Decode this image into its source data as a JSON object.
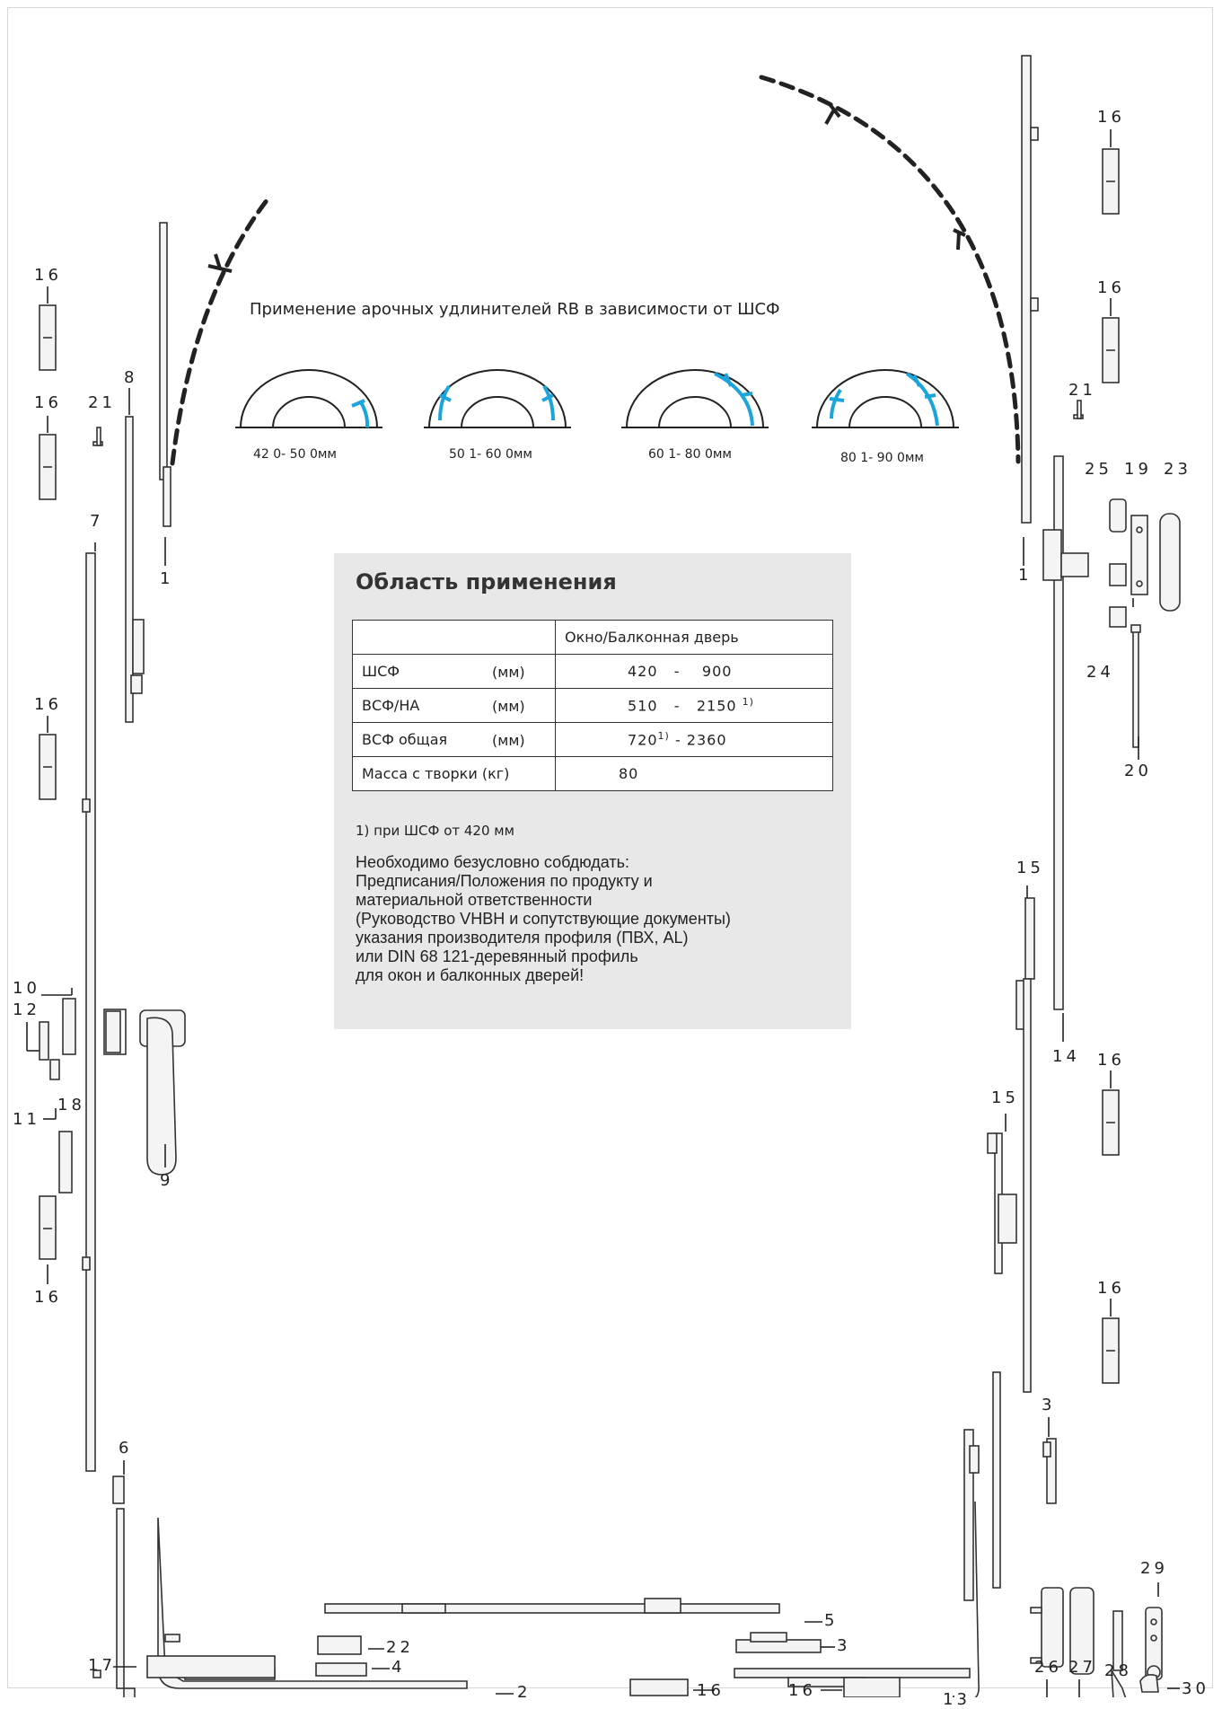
{
  "heading": "Применение арочных удлинителей RB в зависимости от ШСФ",
  "arch_ranges": [
    "42 0- 50 0мм",
    "50 1- 60 0мм",
    "60 1- 80 0мм",
    "80 1- 90 0мм"
  ],
  "panel": {
    "title": "Область применения",
    "table": {
      "header": [
        "",
        "Окно/Балконная дверь"
      ],
      "rows": [
        {
          "label": "ШСФ",
          "unit": "(мм)",
          "value": "420   -    900",
          "note": ""
        },
        {
          "label": "ВСФ/НА",
          "unit": "(мм)",
          "value": "510   -   2150",
          "note": "1)"
        },
        {
          "label": "ВСФ общая",
          "unit": "(мм)",
          "value": "720",
          "note": "1)",
          "value2": "- 2360"
        },
        {
          "label": "Масса с  творки (кг)",
          "unit": "",
          "value": "80",
          "note": ""
        }
      ]
    },
    "footnote": "1) при ШСФ от 420 мм",
    "notes": [
      "Необходимо безусловно собдюдать:",
      "Предписания/Положения по продукту и",
      "материальной ответственности",
      "(Руководство VHBH и сопутствующие документы)",
      "указания производителя профиля (ПВХ, AL)",
      "или DIN 68 121-деревянный профиль",
      "для окон и балконных дверей!"
    ]
  },
  "part_numbers": {
    "p1a": "1",
    "p1b": "1",
    "p2": "2",
    "p3a": "3",
    "p3b": "3",
    "p4": "4",
    "p5": "5",
    "p6": "6",
    "p7": "7",
    "p8": "8",
    "p9": "9",
    "p10": "10",
    "p11": "11",
    "p12": "12",
    "p13": "13",
    "p14": "14",
    "p15a": "15",
    "p15b": "15",
    "p16a": "16",
    "p16b": "16",
    "p16c": "16",
    "p16d": "16",
    "p16e": "16",
    "p16f": "16",
    "p16g": "16",
    "p16h": "16",
    "p16i": "16",
    "p16j": "16",
    "p17": "17",
    "p18": "18",
    "p19": "19",
    "p20": "20",
    "p21a": "21",
    "p21b": "21",
    "p22": "22",
    "p23": "23",
    "p24": "24",
    "p25": "25",
    "p26": "26",
    "p27": "27",
    "p28": "28",
    "p29": "29",
    "p30": "30"
  },
  "colors": {
    "accent": "#1aa6dc",
    "panel": "#e8e8e8",
    "line": "#333333"
  }
}
